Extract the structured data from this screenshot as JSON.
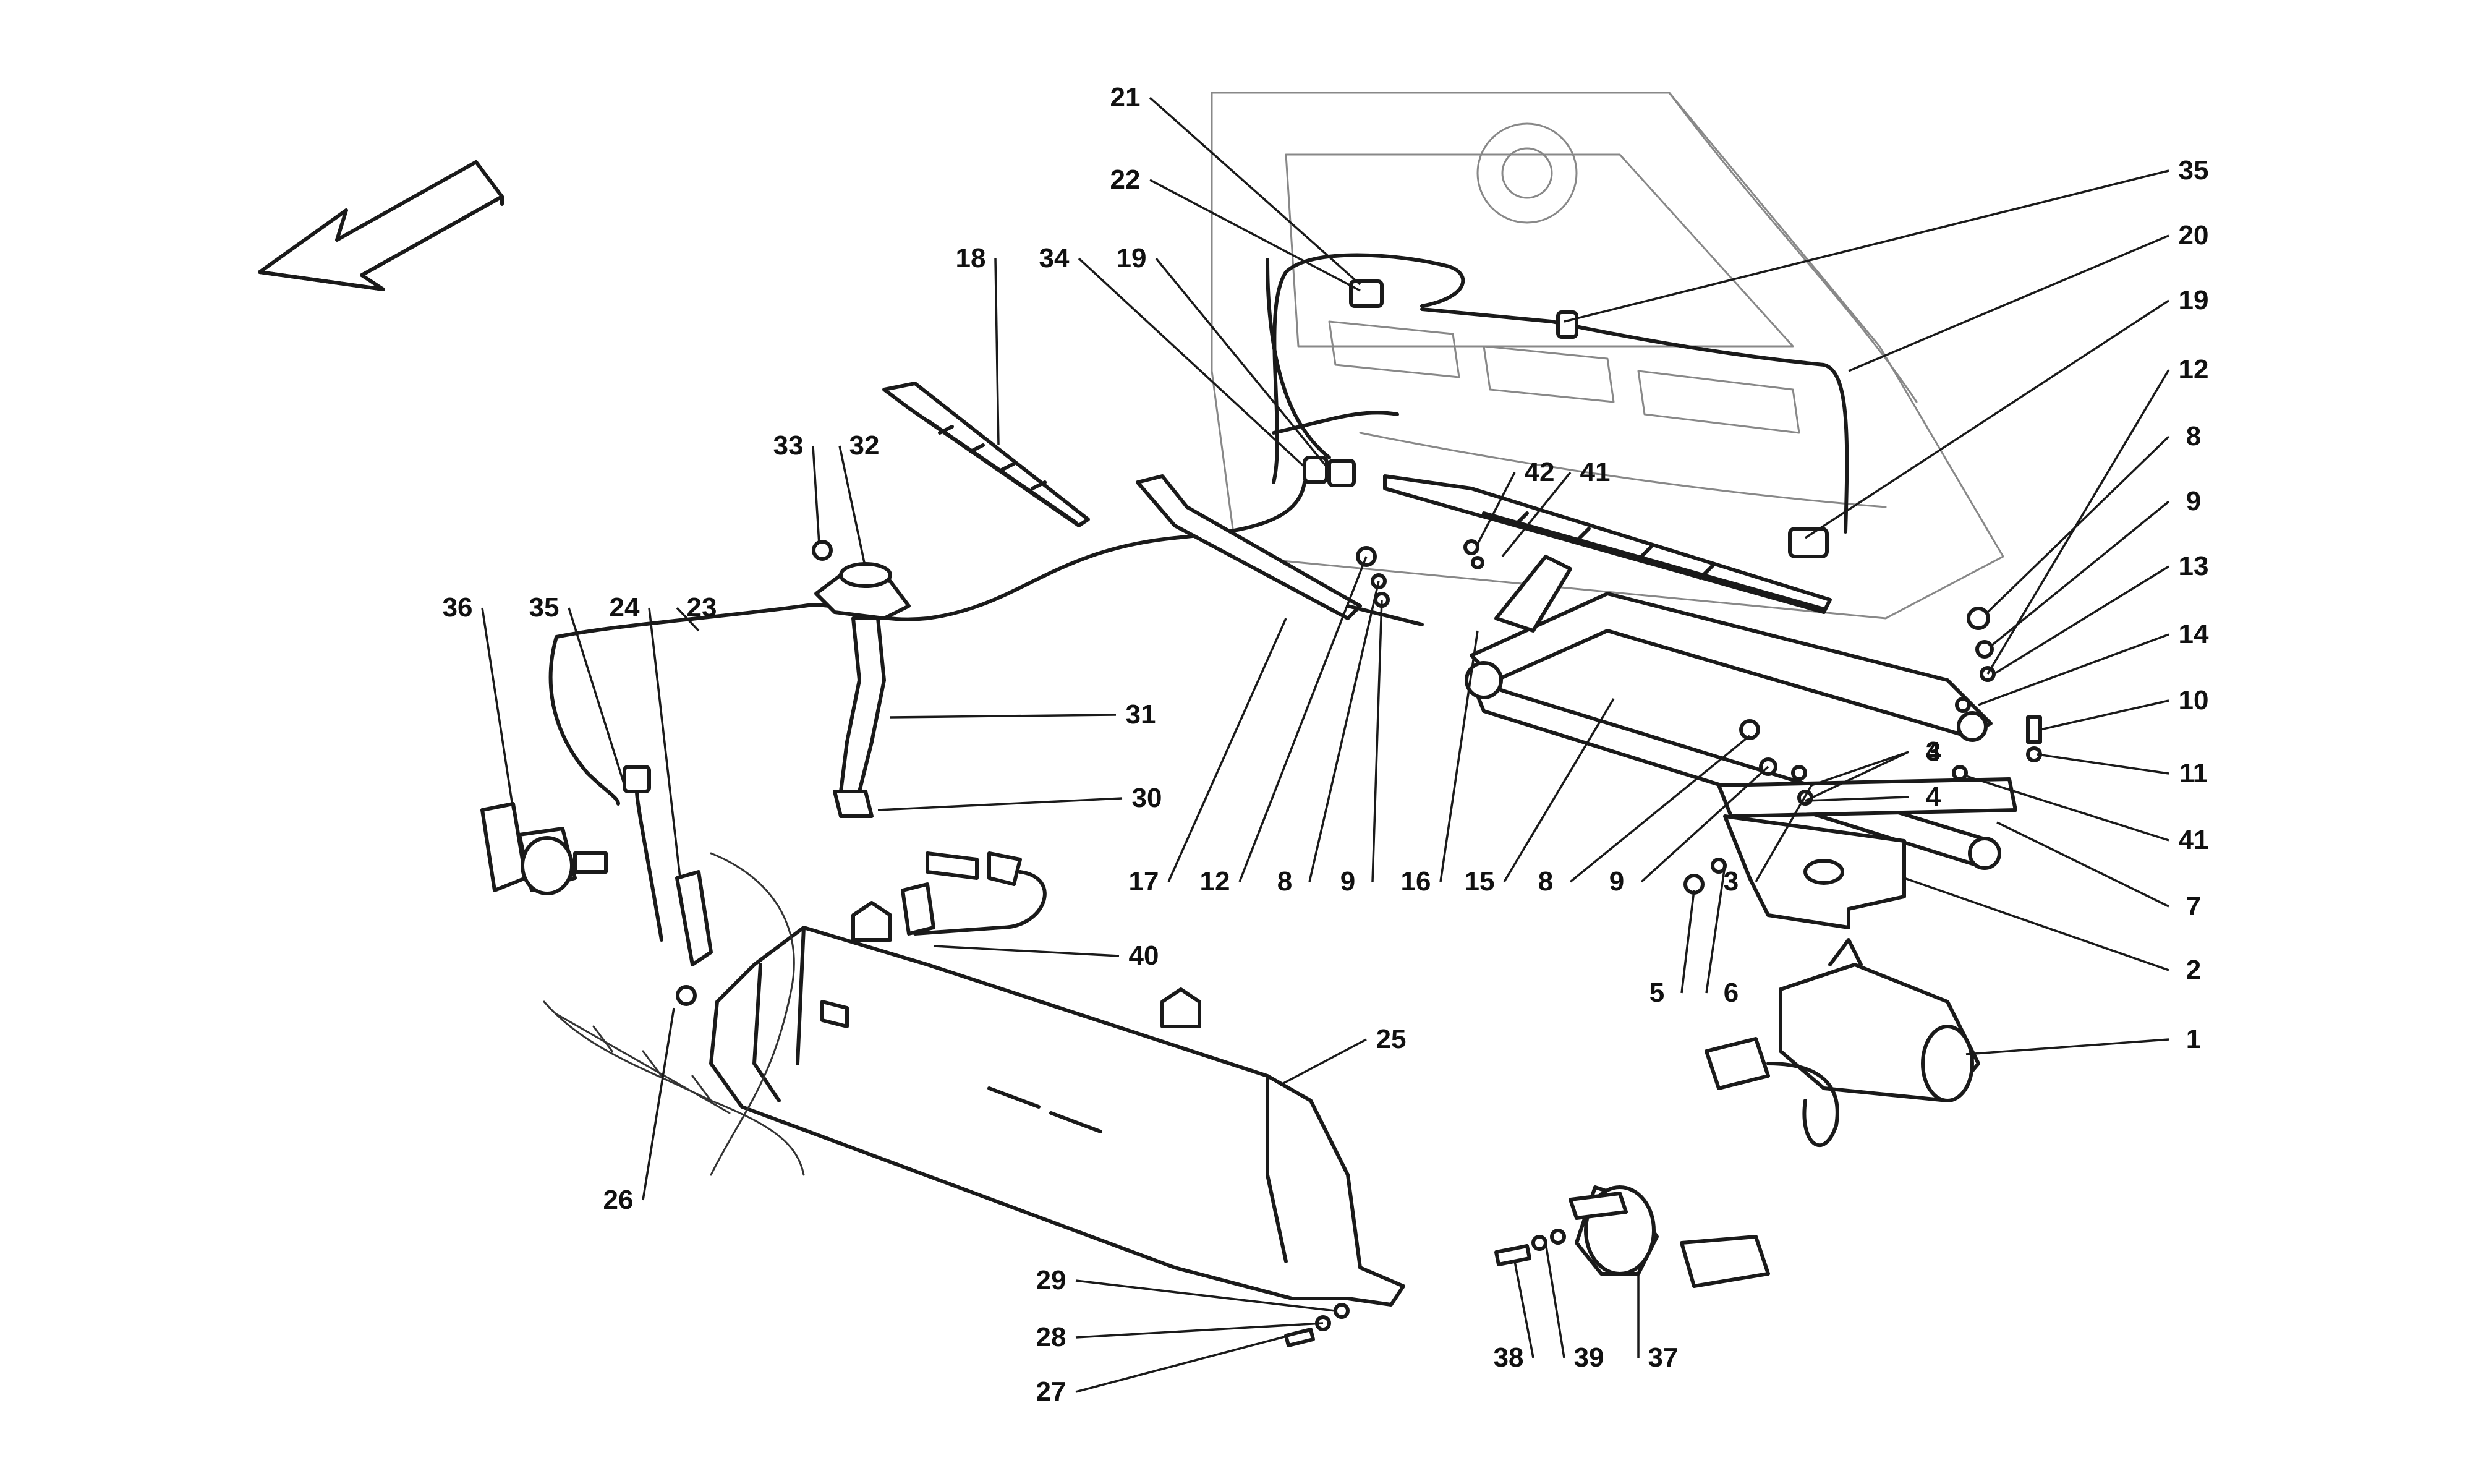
{
  "callouts": [
    {
      "n": "1"
    },
    {
      "n": "2"
    },
    {
      "n": "3"
    },
    {
      "n": "4"
    },
    {
      "n": "5"
    },
    {
      "n": "6"
    },
    {
      "n": "7"
    },
    {
      "n": "8"
    },
    {
      "n": "9"
    },
    {
      "n": "10"
    },
    {
      "n": "11"
    },
    {
      "n": "12"
    },
    {
      "n": "13"
    },
    {
      "n": "14"
    },
    {
      "n": "41"
    },
    {
      "n": "3"
    },
    {
      "n": "4"
    },
    {
      "n": "8"
    },
    {
      "n": "9"
    },
    {
      "n": "15"
    },
    {
      "n": "16"
    },
    {
      "n": "9"
    },
    {
      "n": "8"
    },
    {
      "n": "12"
    },
    {
      "n": "17"
    },
    {
      "n": "30"
    },
    {
      "n": "31"
    },
    {
      "n": "40"
    },
    {
      "n": "25"
    },
    {
      "n": "29"
    },
    {
      "n": "28"
    },
    {
      "n": "27"
    },
    {
      "n": "38"
    },
    {
      "n": "39"
    },
    {
      "n": "37"
    },
    {
      "n": "26"
    },
    {
      "n": "36"
    },
    {
      "n": "35"
    },
    {
      "n": "24"
    },
    {
      "n": "23"
    },
    {
      "n": "33"
    },
    {
      "n": "32"
    },
    {
      "n": "18"
    },
    {
      "n": "34"
    },
    {
      "n": "19"
    },
    {
      "n": "22"
    },
    {
      "n": "21"
    },
    {
      "n": "35"
    },
    {
      "n": "20"
    },
    {
      "n": "19"
    },
    {
      "n": "42"
    },
    {
      "n": "41"
    }
  ],
  "colors": {
    "line": "#1a1a1a",
    "background": "#ffffff",
    "hood_outline": "#9a9a9a"
  },
  "icons": {
    "direction_arrow": "arrow-front-left-icon"
  }
}
